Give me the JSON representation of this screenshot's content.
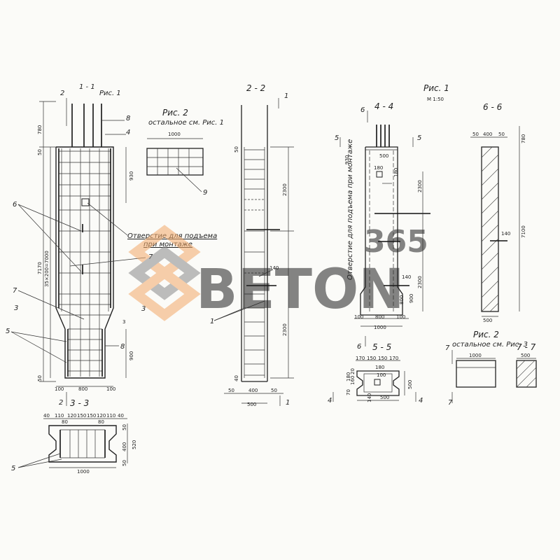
{
  "section_1_1": {
    "title": "1 - 1",
    "fig": "Рис. 1",
    "dims_left": [
      "780",
      "50",
      "7170",
      "35×200=7000",
      "50"
    ],
    "dims_right": [
      "930",
      "900"
    ],
    "dims_bottom": [
      "100",
      "800",
      "100"
    ],
    "callouts": [
      "2",
      "4",
      "8",
      "6",
      "7",
      "7",
      "5",
      "8",
      "3",
      "3",
      "3",
      "2"
    ]
  },
  "fig2_top": {
    "title": "Рис. 2",
    "subtitle": "остальное см. Рис. 1",
    "dim": "1000",
    "callout": "9"
  },
  "hole_note": {
    "line1": "Отверстие для подъема",
    "line2": "при монтаже"
  },
  "section_2_2": {
    "title": "2 - 2",
    "dims_right": [
      "2300",
      "2300"
    ],
    "dims_left": [
      "50",
      "40"
    ],
    "dim_140": "140",
    "dims_bottom": [
      "50",
      "400",
      "50",
      "500"
    ],
    "callouts": [
      "1",
      "1",
      "1"
    ]
  },
  "fig1_right": {
    "title": "Рис. 1",
    "scale": "М 1:50"
  },
  "section_4_4": {
    "title": "4 - 4",
    "dims": [
      "500",
      "930",
      "180",
      "2300",
      "2300",
      "800",
      "900",
      "100",
      "100",
      "800",
      "100",
      "1000"
    ],
    "vertical_note": "Отверстие для подъема при монтаже",
    "callouts": [
      "6",
      "5",
      "5",
      "6"
    ],
    "dim_180": "180",
    "dim_140": "140"
  },
  "section_6_6": {
    "title": "6 - 6",
    "dims_top": [
      "50",
      "400",
      "50"
    ],
    "dim_780": "780",
    "dim_7100": "7100",
    "dim_140": "140",
    "dim_500": "500"
  },
  "section_3_3": {
    "title": "3 - 3",
    "dims_top": [
      "40",
      "110",
      "120",
      "150",
      "150",
      "120",
      "110",
      "40"
    ],
    "dims_right": [
      "50",
      "400",
      "520",
      "50"
    ],
    "dim_bottom": "1000",
    "dims_inner": [
      "80",
      "80"
    ],
    "callout": "5"
  },
  "section_5_5": {
    "title": "5 - 5",
    "dims_top": [
      "170",
      "150",
      "150",
      "170"
    ],
    "dims": [
      "180",
      "100",
      "500",
      "140",
      "500",
      "70",
      "160",
      "180",
      "20"
    ],
    "callouts": [
      "4",
      "4"
    ]
  },
  "fig2_right": {
    "title": "Рис. 2",
    "subtitle": "остальное см. Рис. 3",
    "dim": "1000",
    "section_7_7": "7 - 7",
    "dim_500": "500",
    "callouts": [
      "7",
      "7"
    ]
  },
  "watermark": {
    "top": "365",
    "main": "BETON",
    "color_orange": "#f2a96a",
    "color_grey": "#8a8a8a"
  }
}
